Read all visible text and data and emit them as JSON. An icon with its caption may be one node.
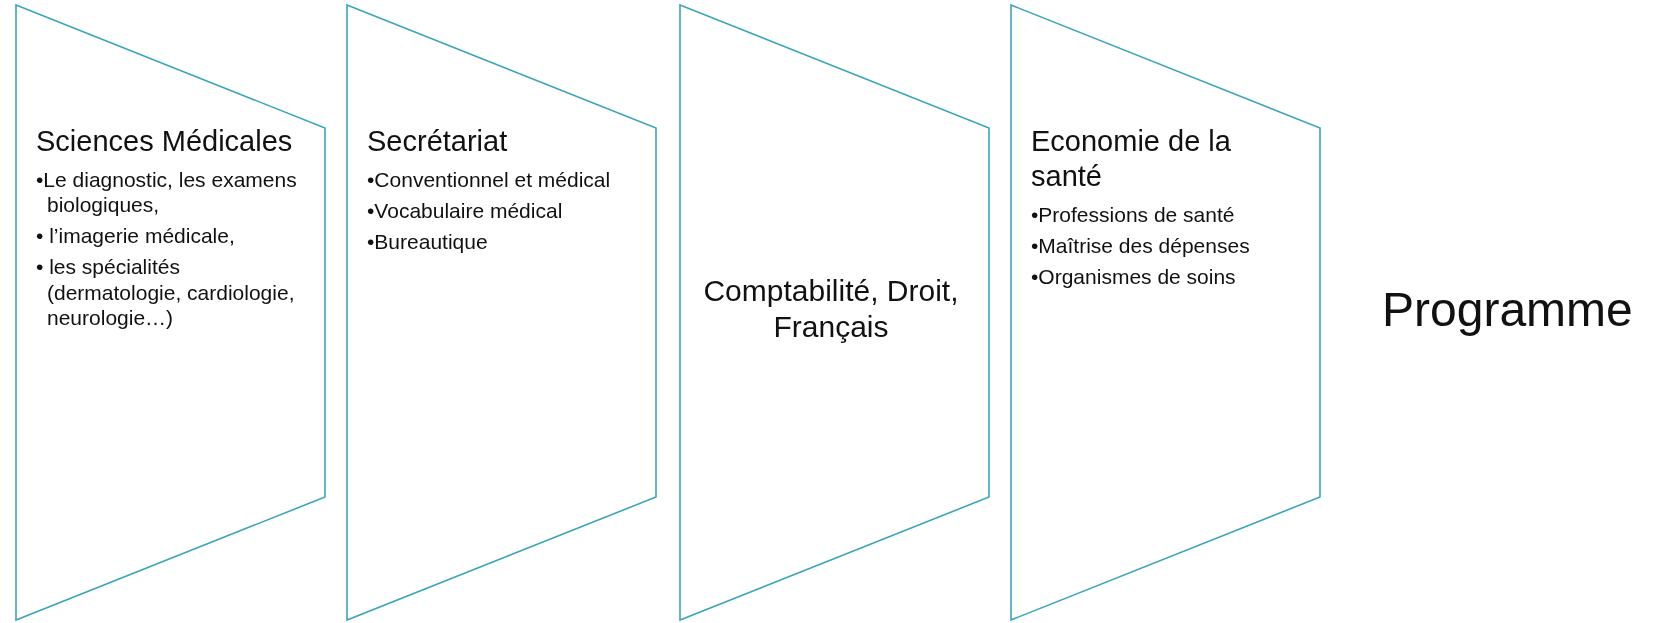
{
  "diagram": {
    "nodes": [
      {
        "text": [
          "Sciences Médicales",
          "•Le diagnostic, les examens biologiques,",
          "• l’imagerie médicale,",
          "• les spécialités (dermatologie, cardiologie, neurologie…)"
        ]
      },
      {
        "text": [
          "Secrétariat",
          "•Conventionnel et médical",
          "•Vocabulaire médical",
          "•Bureautique"
        ]
      },
      {
        "text": [
          "Comptabilité, Droit, Français"
        ]
      },
      {
        "text": [
          "Economie de la santé",
          "•Professions de santé",
          "•Maîtrise des dépenses",
          "•Organismes de soins"
        ]
      }
    ],
    "edges": [],
    "labels": [
      "Programme"
    ]
  }
}
